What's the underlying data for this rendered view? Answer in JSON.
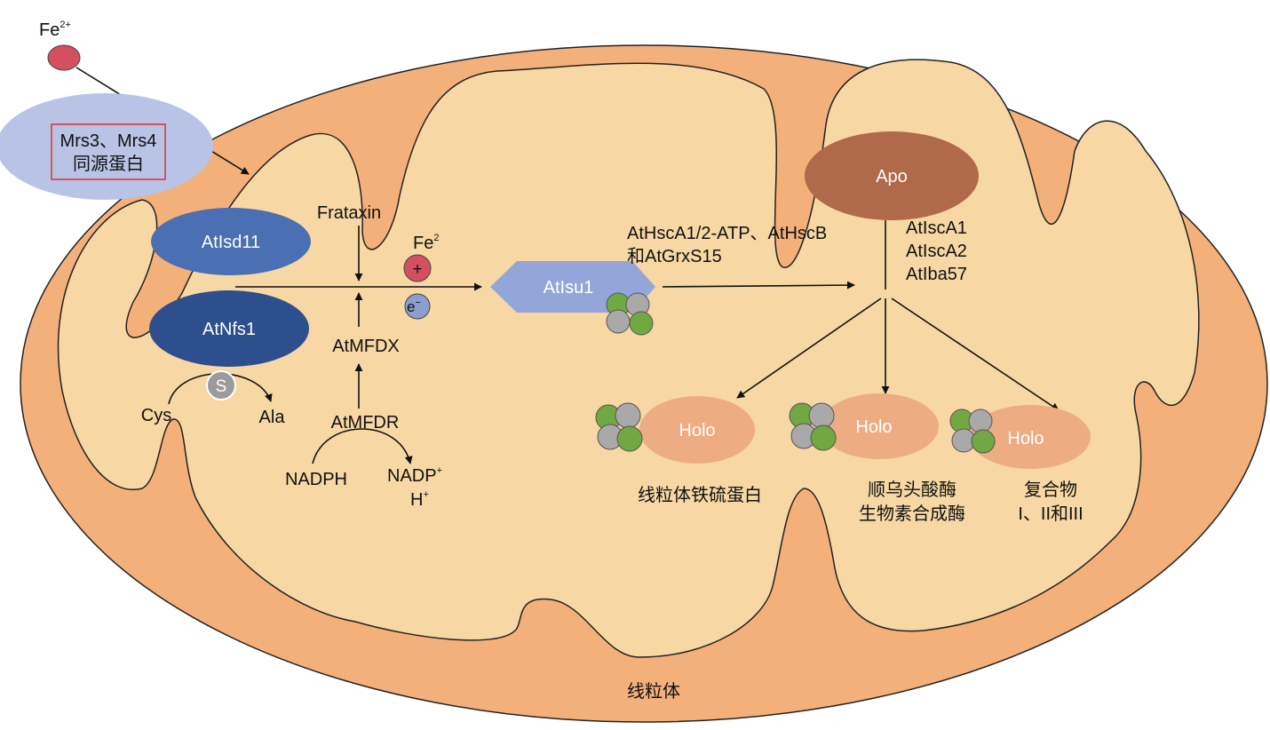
{
  "diagram": {
    "mito_label": "线粒体",
    "fe_ion": {
      "label": "Fe",
      "charge": "2+"
    },
    "transporter": {
      "line1": "Mrs3、Mrs4",
      "line2": "同源蛋白"
    },
    "isd11": "AtIsd11",
    "nfs1": "AtNfs1",
    "sulfur": "S",
    "cys": "Cys",
    "ala": "Ala",
    "frataxin": "Frataxin",
    "fe2_label": "Fe",
    "fe2_sup": "2",
    "plus": "+",
    "electron": "e",
    "electron_sup": "−",
    "mfdx": "AtMFDX",
    "mfdr": "AtMFDR",
    "nadph": "NADPH",
    "nadp": "NADP",
    "nadp_sup": "+",
    "h": "H",
    "h_sup": "+",
    "isu1": "AtIsu1",
    "chaperones_line1": "AtHscA1/2-ATP、AtHscB",
    "chaperones_line2": "和AtGrxS15",
    "apo": "Apo",
    "a_type": [
      "AtIscA1",
      "AtIscA2",
      "AtIba57"
    ],
    "holo": "Holo",
    "target1": {
      "line1": "线粒体铁硫蛋白"
    },
    "target2": {
      "line1": "顺乌头酸酶",
      "line2": "生物素合成酶"
    },
    "target3": {
      "line1": "复合物",
      "line2": "I、II和III"
    }
  },
  "colors": {
    "outer_membrane": "#f4b07a",
    "matrix": "#f7d7a3",
    "transporter": "#b8c3e6",
    "isd11": "#4a6fb2",
    "nfs1": "#2d4f8d",
    "isu1": "#94a6d9",
    "apo": "#b0694a",
    "holo": "#eeac82",
    "fe_ion": "#d4505e",
    "cluster_grey": "#a9a9a9",
    "cluster_green": "#72a842",
    "sulfur": "#9b9b9b",
    "electron": "#8b9fcf",
    "box_border": "#e03030"
  }
}
